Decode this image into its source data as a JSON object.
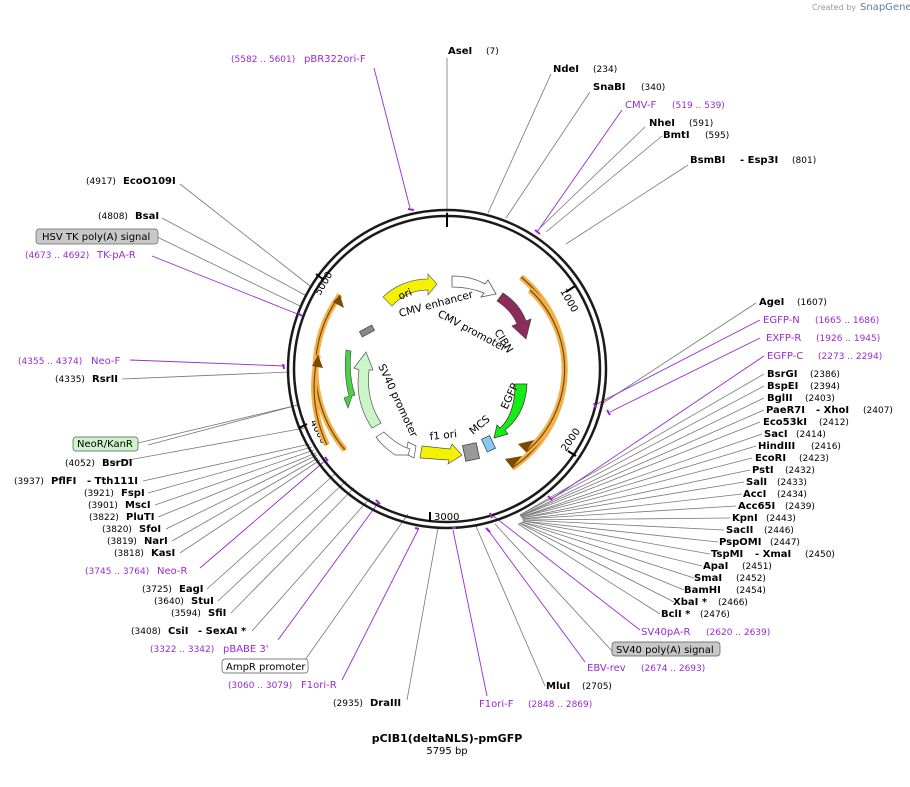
{
  "credit": {
    "created_by": "Created by",
    "brand": "SnapGene"
  },
  "plasmid": {
    "name": "pCIB1(deltaNLS)-pmGFP",
    "length": "5795 bp"
  },
  "ticks": [
    "1000",
    "2000",
    "3000",
    "4000",
    "5000"
  ],
  "features": {
    "ori": "ori",
    "cmv_enhancer": "CMV enhancer",
    "cmv_promoter": "CMV promoter",
    "cibn": "CIBN",
    "egfp": "EGFP",
    "mcs": "MCS",
    "f1_ori": "f1 ori",
    "sv40_promoter": "SV40 promoter"
  },
  "boxed": {
    "hsv_tk": "HSV TK poly(A) signal",
    "neor": "NeoR/KanR",
    "ampr": "AmpR promoter",
    "sv40_polya": "SV40 poly(A) signal"
  },
  "labels_top": [
    {
      "name": "AseI",
      "pos": "(7)"
    },
    {
      "name": "NdeI",
      "pos": "(234)"
    },
    {
      "name": "SnaBI",
      "pos": "(340)"
    },
    {
      "name": "CMV-F",
      "pos": "(519 .. 539)",
      "primer": true
    },
    {
      "name": "NheI",
      "pos": "(591)"
    },
    {
      "name": "BmtI",
      "pos": "(595)"
    },
    {
      "name": "BsmBI",
      "extra": "- Esp3I",
      "pos": "(801)"
    },
    {
      "name": "pBR322ori-F",
      "pos": "(5582 .. 5601)",
      "primer": true
    }
  ],
  "labels_left": [
    {
      "name": "EcoO109I",
      "pos": "(4917)"
    },
    {
      "name": "BsaI",
      "pos": "(4808)"
    },
    {
      "name": "TK-pA-R",
      "pos": "(4673 .. 4692)",
      "primer": true
    },
    {
      "name": "Neo-F",
      "pos": "(4355 .. 4374)",
      "primer": true
    },
    {
      "name": "RsrII",
      "pos": "(4335)"
    },
    {
      "name": "BsrDI",
      "pos": "(4052)"
    },
    {
      "name": "PflFI",
      "extra": "- Tth111I",
      "pos": "(3937)"
    },
    {
      "name": "FspI",
      "pos": "(3921)"
    },
    {
      "name": "MscI",
      "pos": "(3901)"
    },
    {
      "name": "PluTI",
      "pos": "(3822)"
    },
    {
      "name": "SfoI",
      "pos": "(3820)"
    },
    {
      "name": "NarI",
      "pos": "(3819)"
    },
    {
      "name": "KasI",
      "pos": "(3818)"
    },
    {
      "name": "Neo-R",
      "pos": "(3745 .. 3764)",
      "primer": true
    },
    {
      "name": "EagI",
      "pos": "(3725)"
    },
    {
      "name": "StuI",
      "pos": "(3640)"
    },
    {
      "name": "SfiI",
      "pos": "(3594)"
    },
    {
      "name": "CsiI",
      "extra": "- SexAI *",
      "pos": "(3408)"
    },
    {
      "name": "pBABE 3'",
      "pos": "(3322 .. 3342)",
      "primer": true
    },
    {
      "name": "F1ori-R",
      "pos": "(3060 .. 3079)",
      "primer": true
    },
    {
      "name": "DraIII",
      "pos": "(2935)"
    }
  ],
  "labels_right": [
    {
      "name": "AgeI",
      "pos": "(1607)"
    },
    {
      "name": "EGFP-N",
      "pos": "(1665 .. 1686)",
      "primer": true
    },
    {
      "name": "EXFP-R",
      "pos": "(1926 .. 1945)",
      "primer": true
    },
    {
      "name": "EGFP-C",
      "pos": "(2273 .. 2294)",
      "primer": true
    },
    {
      "name": "BsrGI",
      "pos": "(2386)"
    },
    {
      "name": "BspEI",
      "pos": "(2394)"
    },
    {
      "name": "BglII",
      "pos": "(2403)"
    },
    {
      "name": "PaeR7I",
      "extra": "- XhoI",
      "pos": "(2407)"
    },
    {
      "name": "Eco53kI",
      "pos": "(2412)"
    },
    {
      "name": "SacI",
      "pos": "(2414)"
    },
    {
      "name": "HindIII",
      "pos": "(2416)"
    },
    {
      "name": "EcoRI",
      "pos": "(2423)"
    },
    {
      "name": "PstI",
      "pos": "(2432)"
    },
    {
      "name": "SalI",
      "pos": "(2433)"
    },
    {
      "name": "AccI",
      "pos": "(2434)"
    },
    {
      "name": "Acc65I",
      "pos": "(2439)"
    },
    {
      "name": "KpnI",
      "pos": "(2443)"
    },
    {
      "name": "SacII",
      "pos": "(2446)"
    },
    {
      "name": "PspOMI",
      "pos": "(2447)"
    },
    {
      "name": "TspMI",
      "extra": "- XmaI",
      "pos": "(2450)"
    },
    {
      "name": "ApaI",
      "pos": "(2451)"
    },
    {
      "name": "SmaI",
      "pos": "(2452)"
    },
    {
      "name": "BamHI",
      "pos": "(2454)"
    },
    {
      "name": "XbaI *",
      "pos": "(2466)"
    },
    {
      "name": "BclI *",
      "pos": "(2476)"
    },
    {
      "name": "SV40pA-R",
      "pos": "(2620 .. 2639)",
      "primer": true
    },
    {
      "name": "EBV-rev",
      "pos": "(2674 .. 2693)",
      "primer": true
    },
    {
      "name": "MluI",
      "pos": "(2705)"
    },
    {
      "name": "F1ori-F",
      "pos": "(2848 .. 2869)",
      "primer": true
    }
  ],
  "colors": {
    "primer": "#9a2ad0",
    "ori": "#f5f200",
    "cibn": "#8b2c5b",
    "egfp": "#16ec16",
    "sv40_promoter": "#c9f5c9",
    "orf_outline": "#f2b04a",
    "box_gray": "#c8c8c8",
    "box_green": "#ccf5cc"
  }
}
